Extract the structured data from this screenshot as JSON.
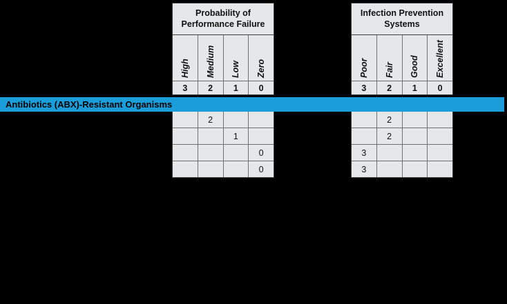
{
  "banner": {
    "label": "Antibiotics (ABX)-Resistant Organisms",
    "color": "#1b9dd9"
  },
  "tables": [
    {
      "id": "probability",
      "title": "Probability of\nPerformance Failure",
      "columns": [
        {
          "label": "High",
          "score": "3"
        },
        {
          "label": "Medium",
          "score": "2"
        },
        {
          "label": "Low",
          "score": "1"
        },
        {
          "label": "Zero",
          "score": "0"
        }
      ],
      "rows": [
        [
          "",
          "2",
          "",
          ""
        ],
        [
          "",
          "",
          "1",
          ""
        ],
        [
          "",
          "",
          "",
          "0"
        ],
        [
          "",
          "",
          "",
          "0"
        ]
      ]
    },
    {
      "id": "infection",
      "title": "Infection Prevention\nSystems",
      "columns": [
        {
          "label": "Poor",
          "score": "3"
        },
        {
          "label": "Fair",
          "score": "2"
        },
        {
          "label": "Good",
          "score": "1"
        },
        {
          "label": "Excellent",
          "score": "0"
        }
      ],
      "rows": [
        [
          "",
          "2",
          "",
          ""
        ],
        [
          "",
          "2",
          "",
          ""
        ],
        [
          "3",
          "",
          "",
          ""
        ],
        [
          "3",
          "",
          "",
          ""
        ]
      ]
    }
  ]
}
